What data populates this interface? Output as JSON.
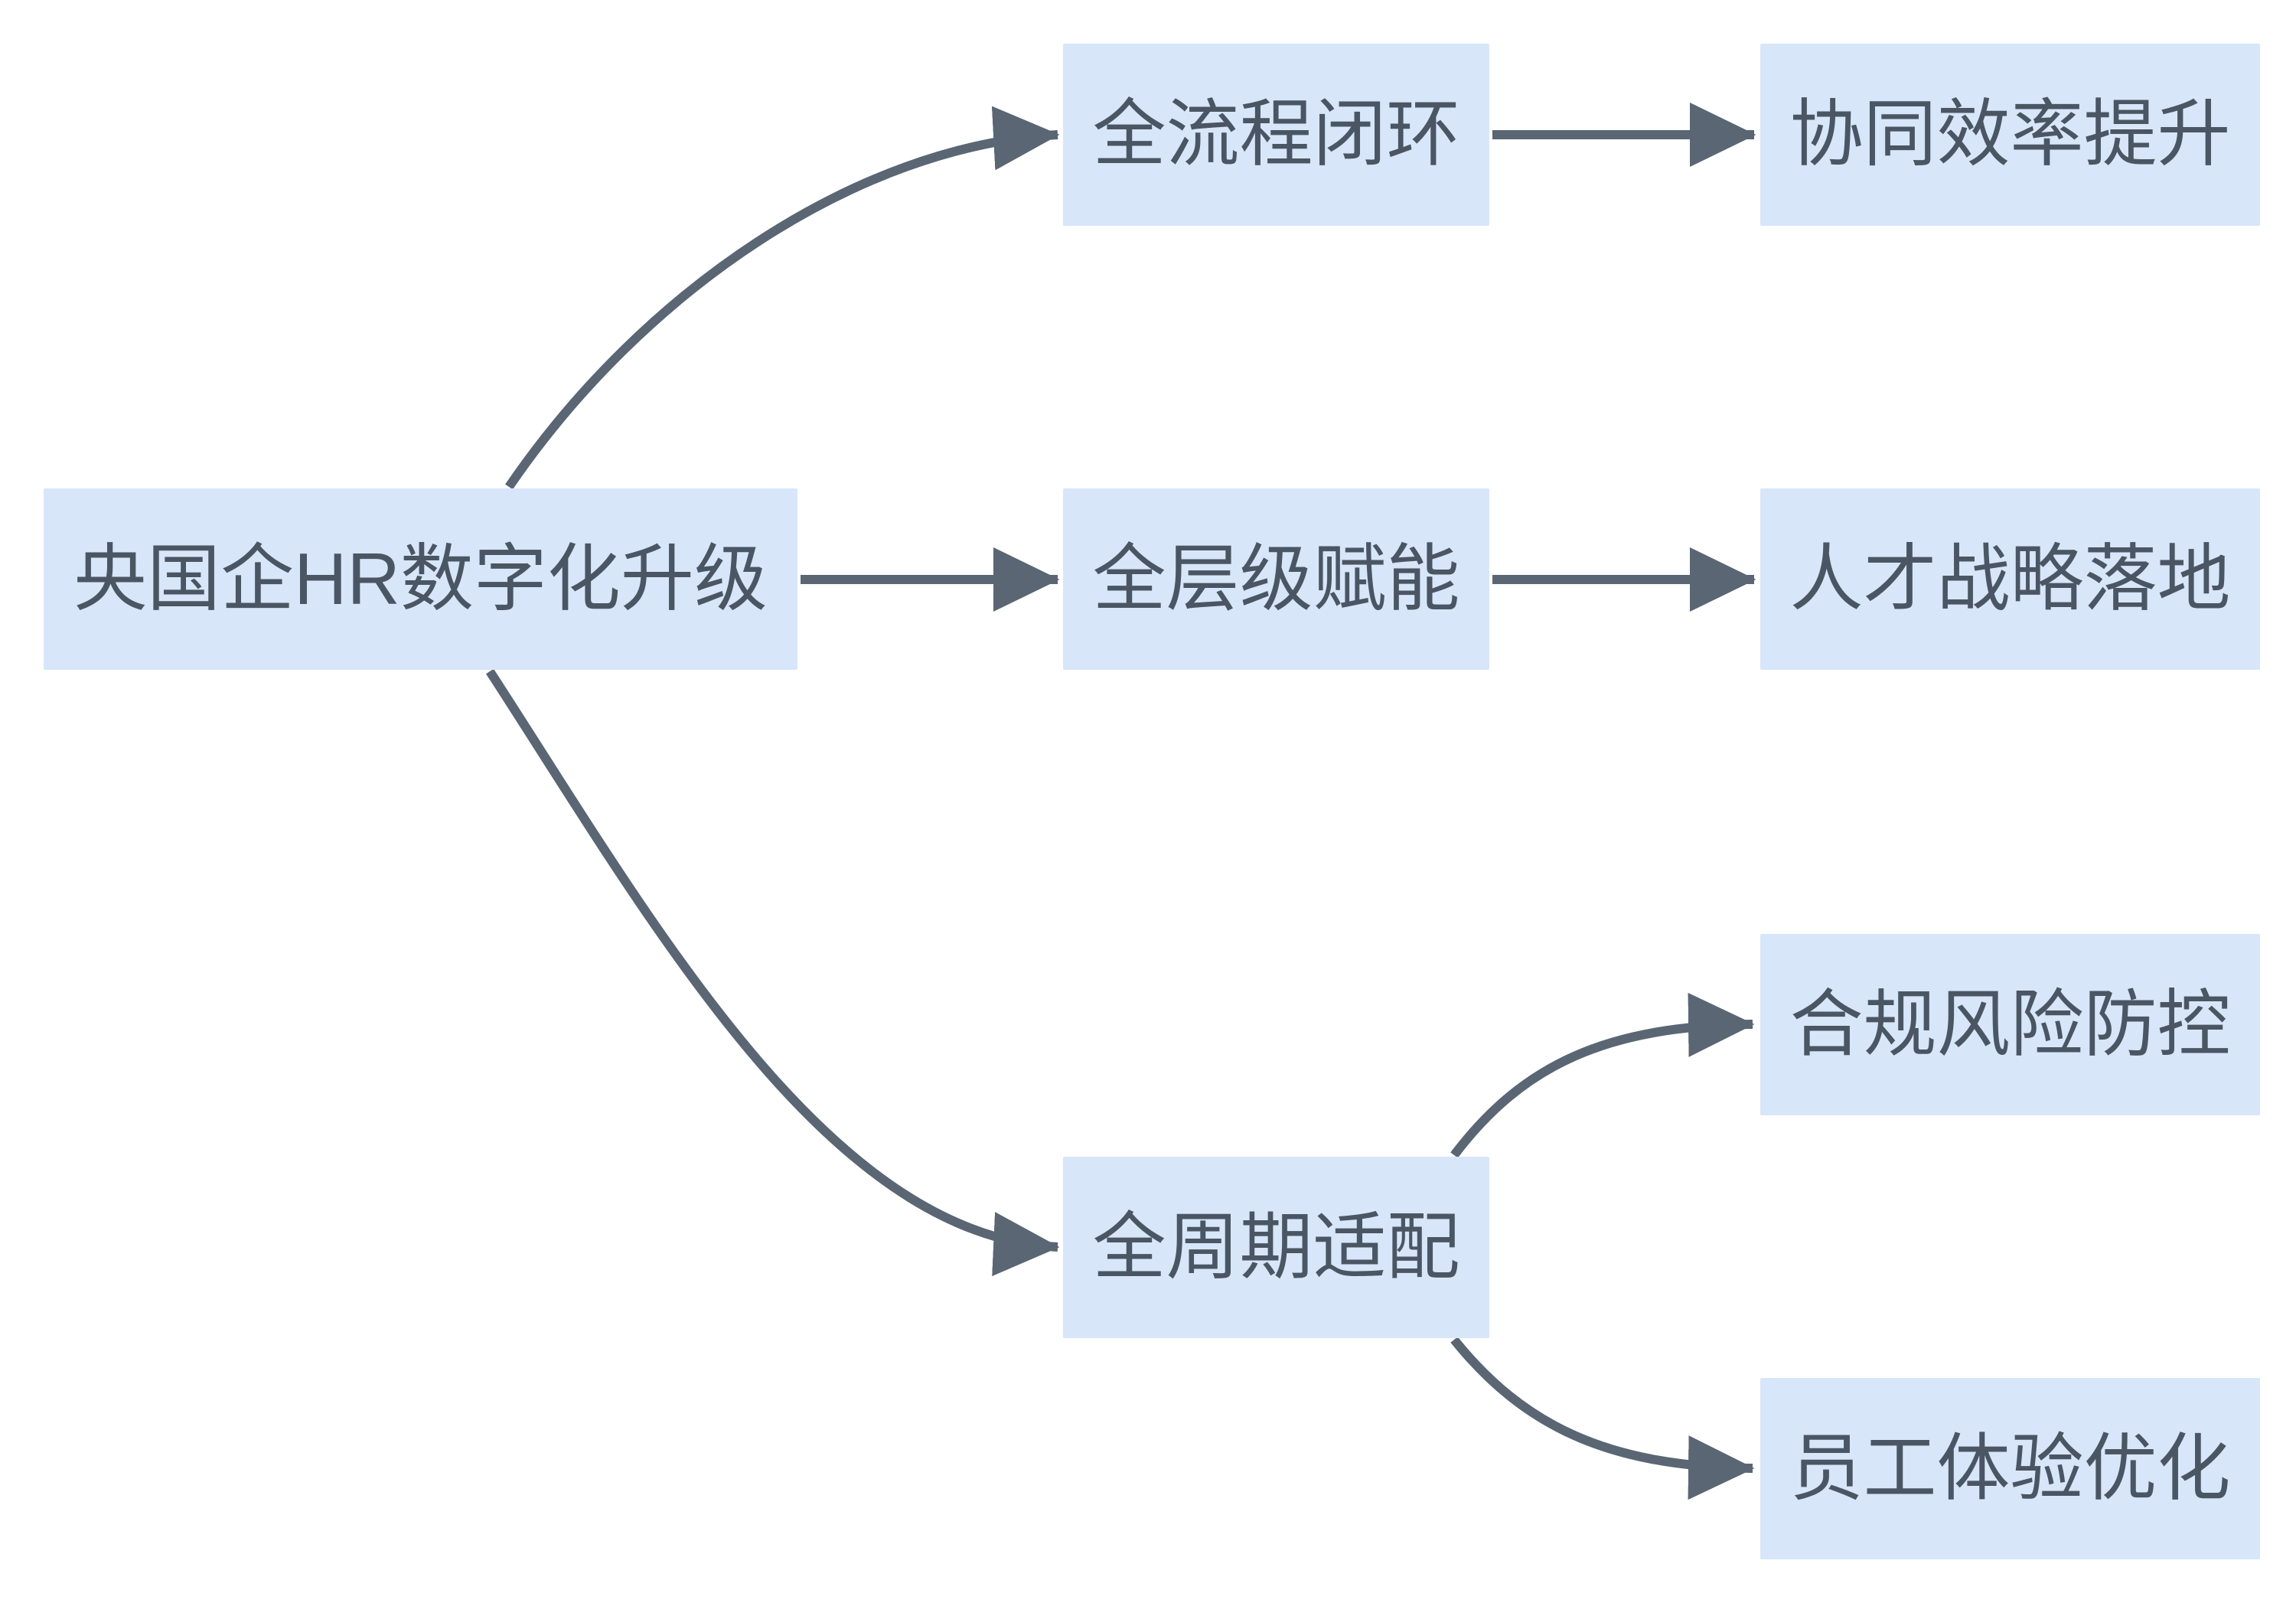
{
  "colors": {
    "node_fill": "#D8E6FA",
    "node_text": "#4A5663",
    "arrow": "#5A6673",
    "background": "#FFFFFF"
  },
  "nodes": {
    "root": {
      "label": "央国企HR数字化升级"
    },
    "process_loop": {
      "label": "全流程闭环"
    },
    "level_empower": {
      "label": "全层级赋能"
    },
    "cycle_fit": {
      "label": "全周期适配"
    },
    "collab_efficiency": {
      "label": "协同效率提升"
    },
    "talent_strategy": {
      "label": "人才战略落地"
    },
    "compliance_risk": {
      "label": "合规风险防控"
    },
    "employee_exp": {
      "label": "员工体验优化"
    }
  },
  "edges": [
    {
      "from": "央国企HR数字化升级",
      "to": "全流程闭环"
    },
    {
      "from": "央国企HR数字化升级",
      "to": "全层级赋能"
    },
    {
      "from": "央国企HR数字化升级",
      "to": "全周期适配"
    },
    {
      "from": "全流程闭环",
      "to": "协同效率提升"
    },
    {
      "from": "全层级赋能",
      "to": "人才战略落地"
    },
    {
      "from": "全周期适配",
      "to": "合规风险防控"
    },
    {
      "from": "全周期适配",
      "to": "员工体验优化"
    }
  ]
}
